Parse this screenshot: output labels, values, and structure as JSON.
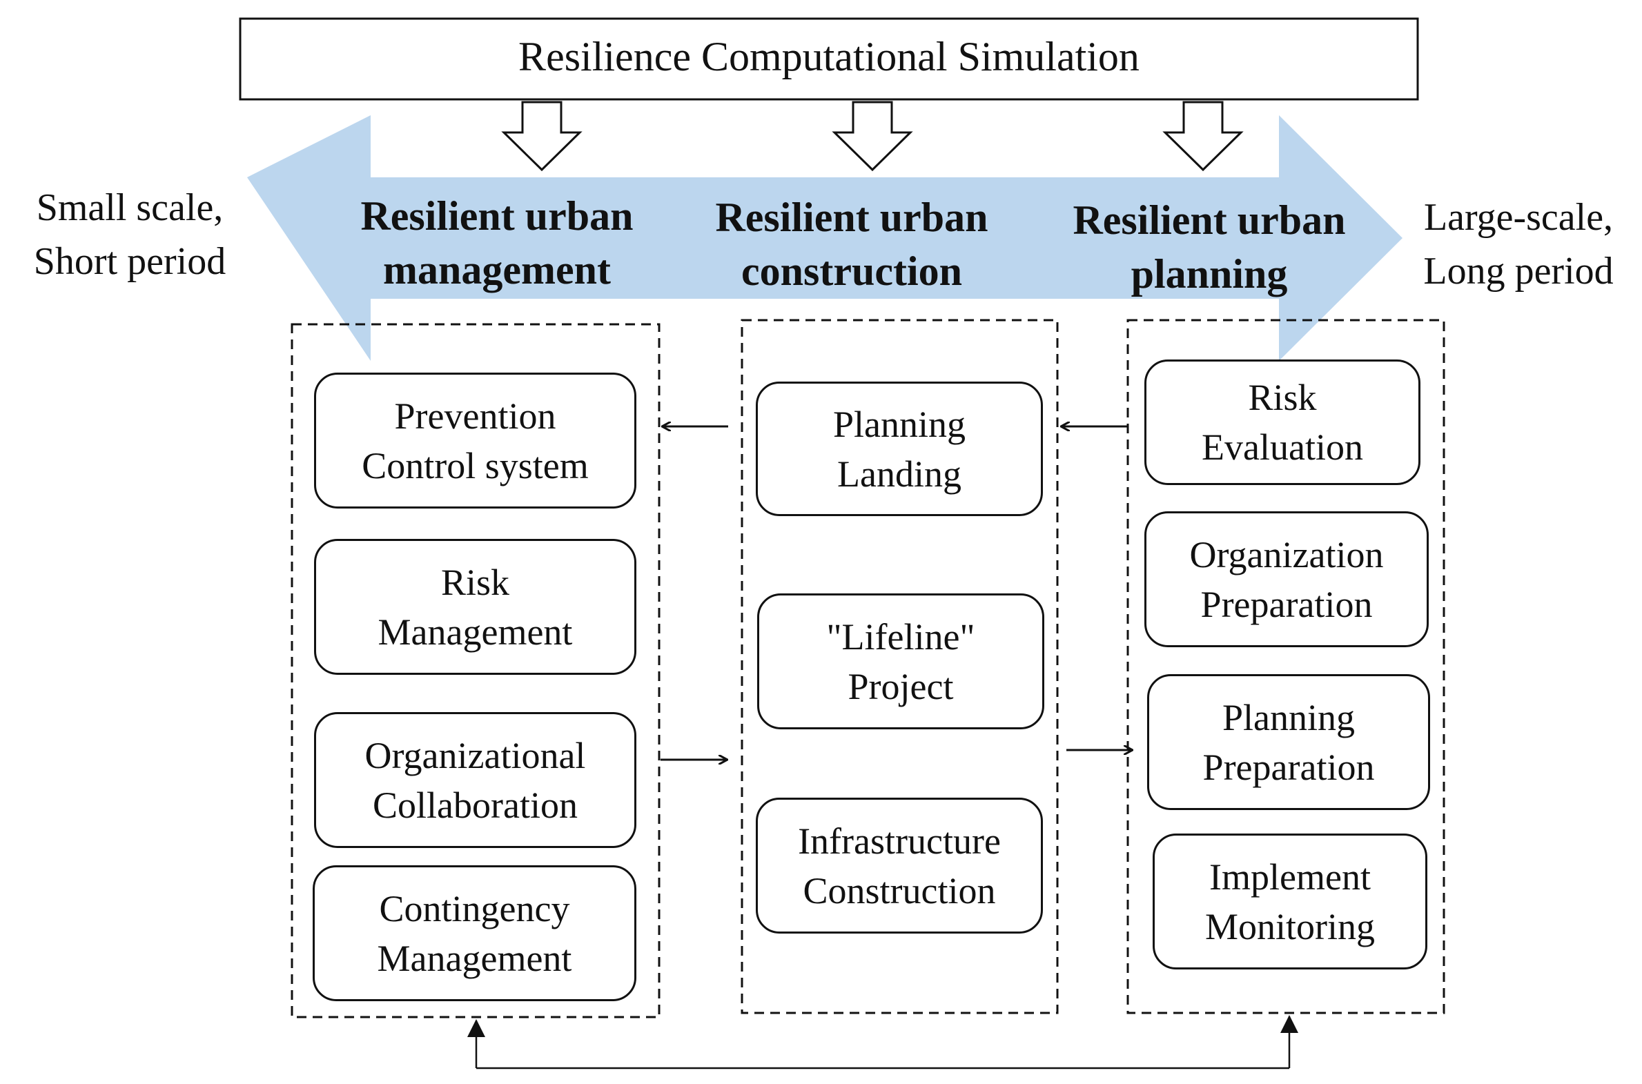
{
  "title": "Resilience Computational Simulation",
  "scale": {
    "left": "Small scale,\nShort period",
    "right": "Large-scale,\nLong period"
  },
  "colors": {
    "band": "#bcd6ee",
    "stroke": "#111111"
  },
  "phases": {
    "management": {
      "label": "Resilient urban\nmanagement",
      "items": [
        "Prevention\nControl system",
        "Risk\nManagement",
        "Organizational\nCollaboration",
        "Contingency\nManagement"
      ]
    },
    "construction": {
      "label": "Resilient urban\nconstruction",
      "items": [
        "Planning\nLanding",
        "\"Lifeline\"\nProject",
        "Infrastructure\nConstruction"
      ]
    },
    "planning": {
      "label": "Resilient urban\nplanning",
      "items": [
        "Risk\nEvaluation",
        "Organization\nPreparation",
        "Planning\nPreparation",
        "Implement\nMonitoring"
      ]
    }
  }
}
